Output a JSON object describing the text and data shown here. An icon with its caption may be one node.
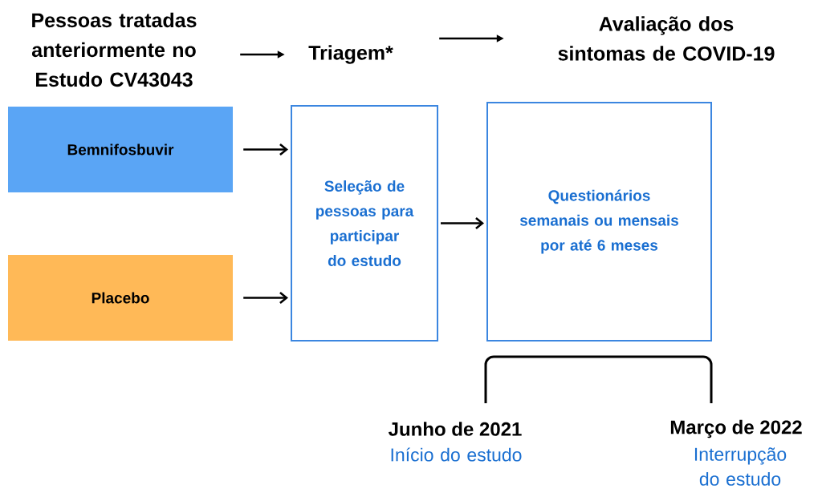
{
  "diagram": {
    "nodes": [
      {
        "text": [
          "Pessoas tratadas anteriormente no Estudo CV43043"
        ]
      },
      {
        "text": [
          "Triagem*"
        ]
      },
      {
        "text": [
          "Avaliação dos sintomas de COVID-19"
        ]
      },
      {
        "text": [
          "Bemnifosbuvir"
        ]
      },
      {
        "text": [
          "Placebo"
        ]
      },
      {
        "text": [
          "Seleção de pessoas para participar do estudo"
        ]
      },
      {
        "text": [
          "Questionários semanais ou mensais por até 6 meses"
        ]
      }
    ],
    "edges": [
      {
        "from": 0,
        "to": 1,
        "arrow": "to"
      },
      {
        "from": 1,
        "to": 2,
        "arrow": "to"
      },
      {
        "from": 3,
        "to": 5,
        "arrow": "to"
      },
      {
        "from": 4,
        "to": 5,
        "arrow": "to"
      },
      {
        "from": 5,
        "to": 6,
        "arrow": "to"
      }
    ],
    "labels": [
      "Junho de 2021",
      "Início do estudo",
      "Março de 2022",
      "Interrupção do estudo"
    ]
  }
}
